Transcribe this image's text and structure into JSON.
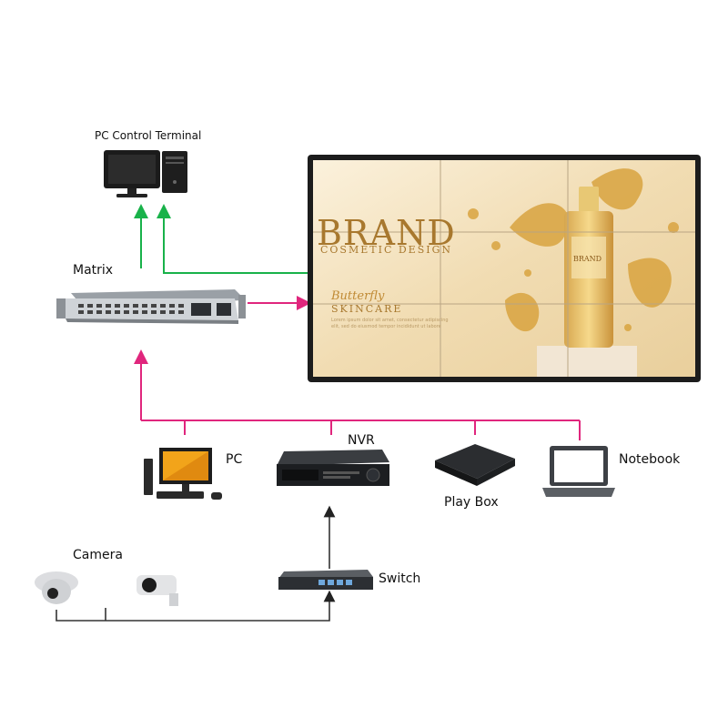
{
  "labels": {
    "pc_control_terminal": "PC Control Terminal",
    "matrix": "Matrix",
    "pc": "PC",
    "nvr": "NVR",
    "play_box": "Play Box",
    "notebook": "Notebook",
    "camera": "Camera",
    "switch": "Switch"
  },
  "video_wall": {
    "brand": "BRAND",
    "subtitle": "COSMETIC DESIGN",
    "script_word": "Butterfly",
    "skincare": "SKINCARE",
    "bottle_brand": "BRAND",
    "filler_line_1": "Lorem ipsum dolor sit amet, consectetur adipiscing",
    "filler_line_2": "elit, sed do eiusmod tempor incididunt ut labore"
  },
  "colors": {
    "green_arrow": "#19b24a",
    "magenta_arrow": "#e0267d",
    "wall_bg": "#f3e2c0",
    "brand_gold": "#a8782e"
  }
}
